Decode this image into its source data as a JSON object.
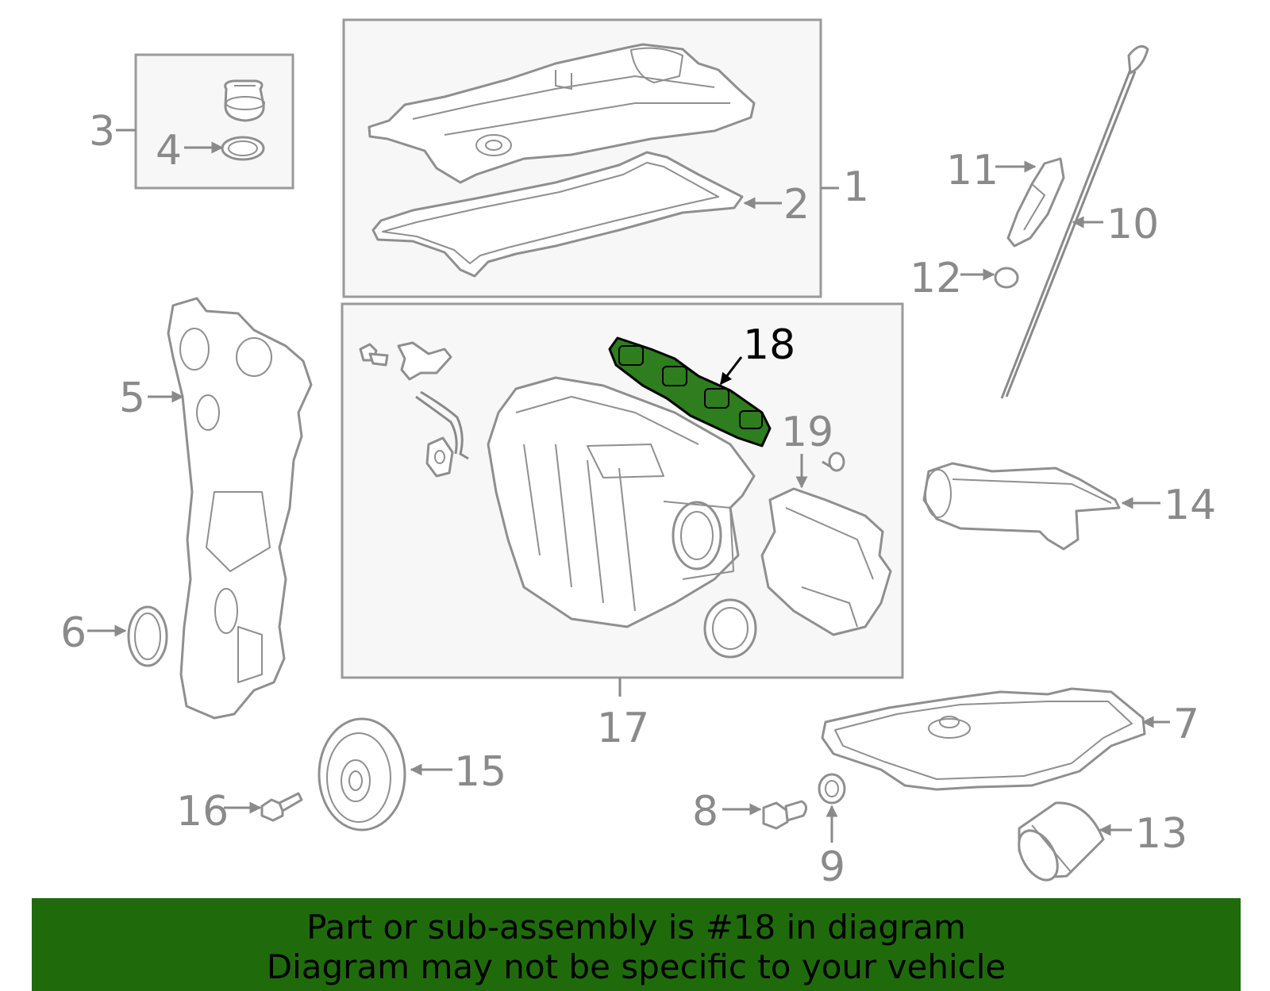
{
  "callouts": {
    "c1": "1",
    "c2": "2",
    "c3": "3",
    "c4": "4",
    "c5": "5",
    "c6": "6",
    "c7": "7",
    "c8": "8",
    "c9": "9",
    "c10": "10",
    "c11": "11",
    "c12": "12",
    "c13": "13",
    "c14": "14",
    "c15": "15",
    "c16": "16",
    "c17": "17",
    "c18": "18",
    "c19": "19"
  },
  "highlight": {
    "part_number": "18",
    "color": "#2e7d1e"
  },
  "banner": {
    "line1": "Part or sub-assembly is #18 in diagram",
    "line2": "Diagram may not be specific to your vehicle",
    "background": "#1f6b0c"
  }
}
